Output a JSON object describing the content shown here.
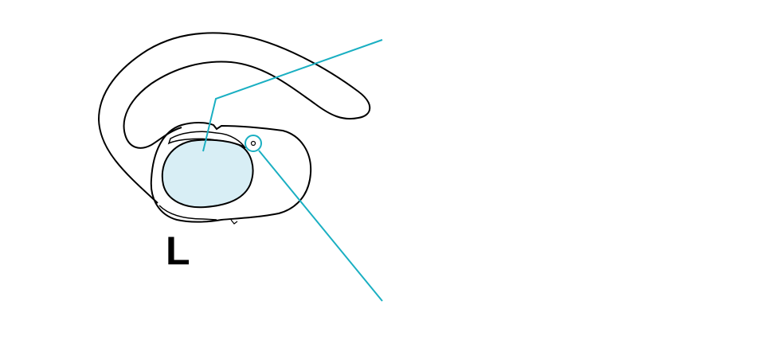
{
  "diagram": {
    "side_label": "L",
    "colors": {
      "outline": "#000000",
      "leader_line": "#1aafc2",
      "highlight_fill": "#d8eef5",
      "background": "#ffffff"
    },
    "parts": [
      {
        "name": "ear-hook"
      },
      {
        "name": "earbud-body"
      },
      {
        "name": "touch-sensor-area"
      },
      {
        "name": "microphone-hole"
      }
    ]
  }
}
